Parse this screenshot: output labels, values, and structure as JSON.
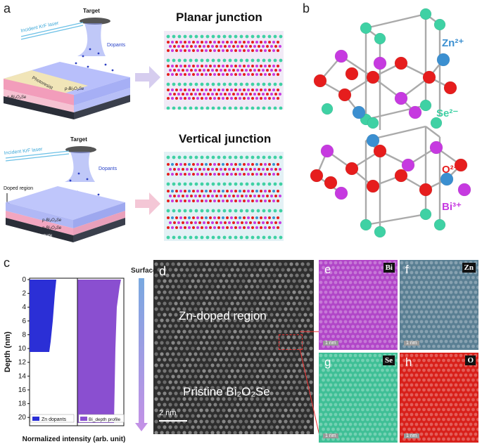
{
  "panels": {
    "a": "a",
    "b": "b",
    "c": "c",
    "d": "d",
    "e": "e",
    "f": "f",
    "g": "g",
    "h": "h"
  },
  "schematic": {
    "target": "Target",
    "laser": "Incident KrF laser",
    "dopants": "Dopants",
    "photoresist": "Photoresist",
    "n_layer_html": "n-Bi₂O₂Se",
    "p_layer_html": "p-Bi₂O₂Se",
    "substrate": "SrTiO₃ substrate",
    "doped_region": "Doped region",
    "planar": "Planar junction",
    "vertical": "Vertical junction"
  },
  "crystal": {
    "zn": "Zn²⁺",
    "se": "Se²⁻",
    "o": "O²⁻",
    "bi": "Bi³⁺",
    "colors": {
      "zn": "#3b8fd0",
      "se": "#3fd1a4",
      "o": "#e61d1d",
      "bi": "#c63ae0"
    }
  },
  "chart_data": {
    "type": "area",
    "title": "",
    "xlabel": "Normalized intensity (arb. unit)",
    "ylabel": "Depth (nm)",
    "ylim": [
      0,
      21
    ],
    "y_ticks": [
      0,
      2,
      4,
      6,
      8,
      10,
      12,
      14,
      16,
      18,
      20
    ],
    "surface_label": "Surface",
    "series": [
      {
        "name": "Zn dopants",
        "color": "#2b2fd6",
        "depth_range": [
          0,
          10.5
        ]
      },
      {
        "name": "Bi_depth profile",
        "color": "#8a4fd0",
        "depth_range": [
          0,
          20.8
        ]
      }
    ]
  },
  "stem": {
    "doped_label": "Zn-doped region",
    "pristine_label": "Pristine Bi₂O₂Se",
    "scale_d": "2 nm",
    "scale_map": "1 nm",
    "maps": [
      {
        "panel": "e",
        "element": "Bi",
        "color": "#b146c8"
      },
      {
        "panel": "f",
        "element": "Zn",
        "color": "#5a7f93"
      },
      {
        "panel": "g",
        "element": "Se",
        "color": "#3fbf96"
      },
      {
        "panel": "h",
        "element": "O",
        "color": "#d8201a"
      }
    ]
  }
}
